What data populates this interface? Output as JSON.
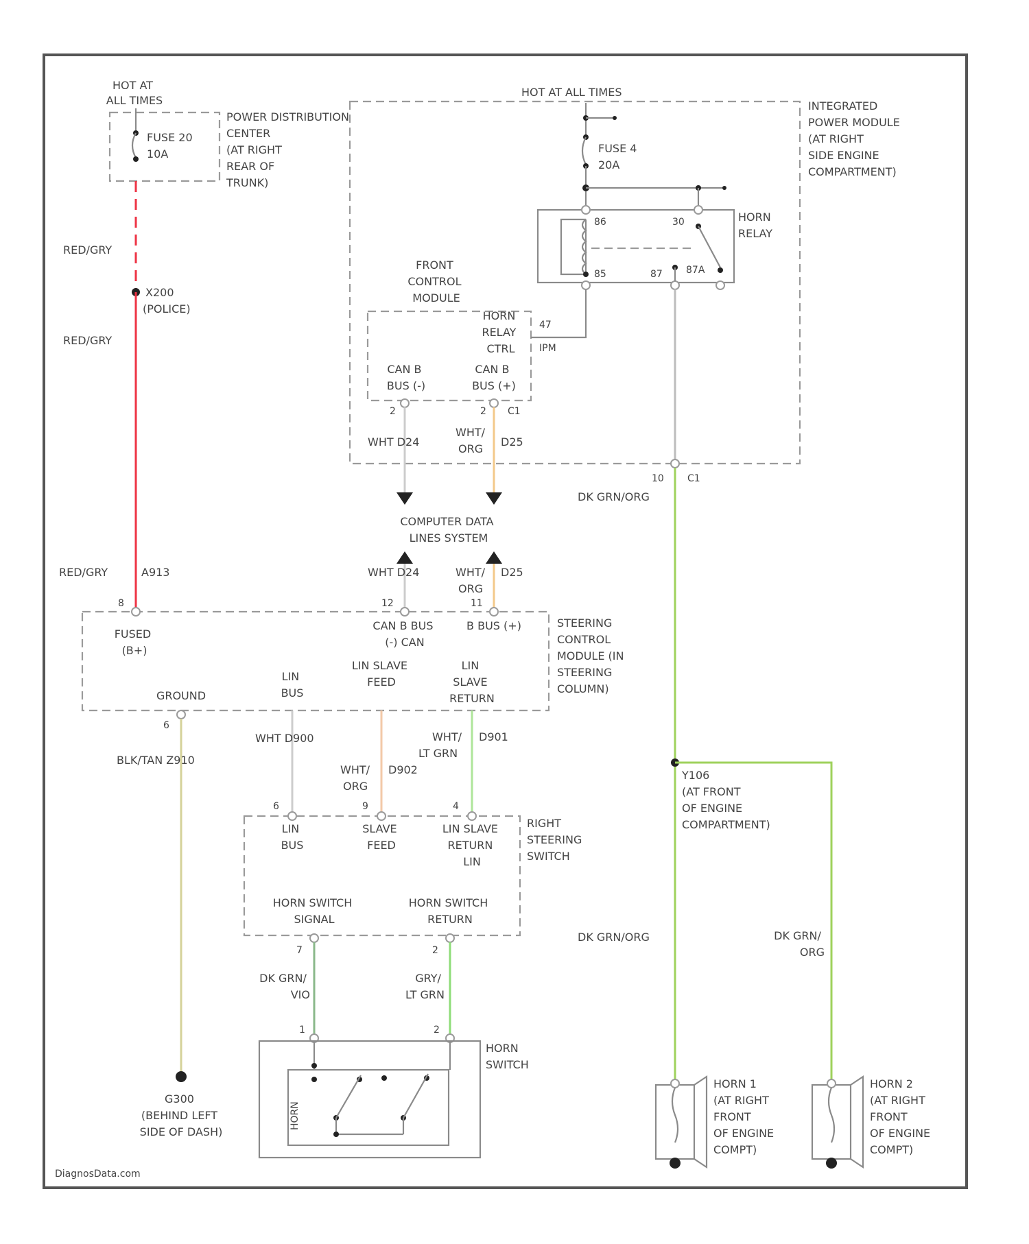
{
  "colors": {
    "red_gry": "#ee3344",
    "wht": "#cccccc",
    "wht_org": "#f3c98a",
    "dk_grn_org": "#9fd25c",
    "wht_lt_grn": "#aee69a",
    "blk_tan": "#d5d29a",
    "dk_grn_vio": "#8ab88a",
    "gry_lt_grn": "#8edc78",
    "horn_wire": "#bdbdbd"
  },
  "labels": {
    "hot_left": [
      "HOT AT",
      "ALL TIMES"
    ],
    "hot_right": "HOT AT ALL TIMES",
    "fuse20": [
      "FUSE 20",
      "10A"
    ],
    "pdc": [
      "POWER DISTRIBUTION",
      "CENTER",
      "(AT RIGHT",
      "REAR OF",
      "TRUNK)"
    ],
    "fuse4": [
      "FUSE 4",
      "20A"
    ],
    "ipm": [
      "INTEGRATED",
      "POWER MODULE",
      "(AT RIGHT",
      "SIDE ENGINE",
      "COMPARTMENT)"
    ],
    "horn_relay": [
      "HORN",
      "RELAY"
    ],
    "relay_86": "86",
    "relay_30": "30",
    "relay_85": "85",
    "relay_87": "87",
    "relay_87a": "87A",
    "redgry_1": "RED/GRY",
    "redgry_2": "RED/GRY",
    "redgry_3": "RED/GRY",
    "splice_x": "X200",
    "splice_x_note": "(POLICE)",
    "fcm": [
      "FRONT",
      "CONTROL",
      "MODULE"
    ],
    "horn_relay_ctrl": [
      "HORN",
      "RELAY",
      "CTRL"
    ],
    "pin47": "47",
    "pin_ipm": "IPM",
    "can_b_minus": [
      "CAN B",
      "BUS (-)"
    ],
    "can_b_plus": [
      "CAN B",
      "BUS (+)"
    ],
    "fcm_pin_left": "2",
    "fcm_pin_right": "2",
    "fcm_c1": "C1",
    "wire_fcm_left": "WHT D24",
    "wire_fcm_right": [
      "WHT/",
      "ORG",
      "D25"
    ],
    "horn_pin": "10",
    "horn_c1": "C1",
    "dk_grn_org_1": "DK GRN/ORG",
    "cdls": [
      "COMPUTER DATA",
      "LINES SYSTEM"
    ],
    "wire_scm_left": "WHT D24",
    "wire_scm_right": [
      "WHT/",
      "ORG",
      "D25"
    ],
    "red_gry_code": "A913",
    "scm_pin_fused": "8",
    "scm_pin_left": "12",
    "scm_pin_right": "11",
    "scm_fused": [
      "FUSED",
      "(B+)"
    ],
    "scm_can_minus": [
      "CAN B BUS",
      "(-) CAN"
    ],
    "scm_can_plus": "B BUS (+)",
    "scm": [
      "STEERING",
      "CONTROL",
      "MODULE (IN",
      "STEERING",
      "COLUMN)"
    ],
    "scm_lin_slave_feed": [
      "LIN SLAVE",
      "FEED"
    ],
    "scm_lin_slave_return": [
      "LIN",
      "SLAVE",
      "RETURN"
    ],
    "scm_ground": "GROUND",
    "scm_lin_bus": [
      "LIN",
      "BUS"
    ],
    "scm_pin_ground": "6",
    "blk_tan": "BLK/TAN Z910",
    "wire_lin_bus": "WHT D900",
    "wire_lin_return": [
      "WHT/",
      "LT GRN",
      "D901"
    ],
    "wire_slave_feed": [
      "WHT/",
      "ORG",
      "D902"
    ],
    "splice_y": "Y106",
    "splice_y_note": [
      "(AT FRONT",
      "OF ENGINE",
      "COMPARTMENT)"
    ],
    "rss_pin_1": "6",
    "rss_pin_2": "9",
    "rss_pin_3": "4",
    "rss_lin_bus": [
      "LIN",
      "BUS"
    ],
    "rss_slave_feed": [
      "SLAVE",
      "FEED"
    ],
    "rss_lin_slave_return": [
      "LIN SLAVE",
      "RETURN",
      "LIN"
    ],
    "rss": [
      "RIGHT",
      "STEERING",
      "SWITCH"
    ],
    "rss_horn_signal": [
      "HORN SWITCH",
      "SIGNAL"
    ],
    "rss_horn_return": [
      "HORN SWITCH",
      "RETURN"
    ],
    "dk_grn_org_2": "DK GRN/ORG",
    "dk_grn_org_3": [
      "DK GRN/",
      "ORG"
    ],
    "rss_pin_4": "7",
    "rss_pin_5": "2",
    "wire_dk_grn_vio": [
      "DK GRN/",
      "VIO"
    ],
    "wire_gry_lt_grn": [
      "GRY/",
      "LT GRN"
    ],
    "hs_pin_1": "1",
    "hs_pin_2": "2",
    "horn_switch": [
      "HORN",
      "SWITCH"
    ],
    "horn_switch_inner": "HORN",
    "ground_g": [
      "G300",
      "(BEHIND LEFT",
      "SIDE OF DASH)"
    ],
    "horn1": [
      "HORN 1",
      "(AT RIGHT",
      "FRONT",
      "OF ENGINE",
      "COMPT)"
    ],
    "horn2": [
      "HORN 2",
      "(AT RIGHT",
      "FRONT",
      "OF ENGINE",
      "COMPT)"
    ],
    "watermark": "DiagnosData.com"
  }
}
